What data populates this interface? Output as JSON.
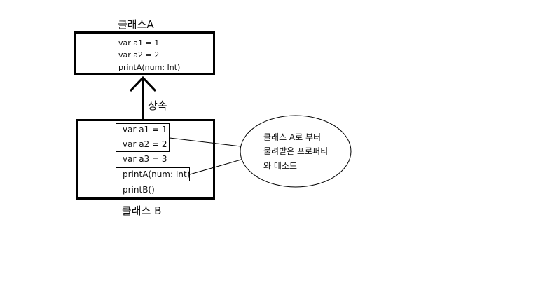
{
  "class_a": {
    "title": "클래스A",
    "lines": [
      "var a1 = 1",
      "var a2 = 2",
      "printA(num: Int)"
    ]
  },
  "inheritance": {
    "label": "상속"
  },
  "class_b": {
    "title": "클래스 B",
    "lines": [
      "var a1 = 1",
      "var a2 = 2",
      "var a3 = 3",
      "printA(num: Int)",
      "printB()"
    ]
  },
  "callout": {
    "lines": [
      "클래스 A로 부터",
      "물려받은 프로퍼티",
      "와 메소드"
    ]
  },
  "colors": {
    "stroke": "#000000",
    "background": "#ffffff"
  }
}
